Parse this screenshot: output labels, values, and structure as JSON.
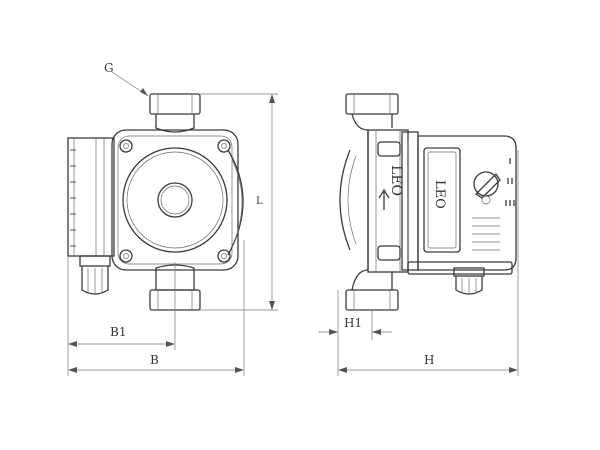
{
  "labels": {
    "G": "G",
    "L": "L",
    "B1": "B1",
    "B": "B",
    "H1": "H1",
    "H": "H"
  },
  "brand": "LEO",
  "colors": {
    "line": "#3a3a3a",
    "dimension": "#777777",
    "background": "#ffffff"
  }
}
